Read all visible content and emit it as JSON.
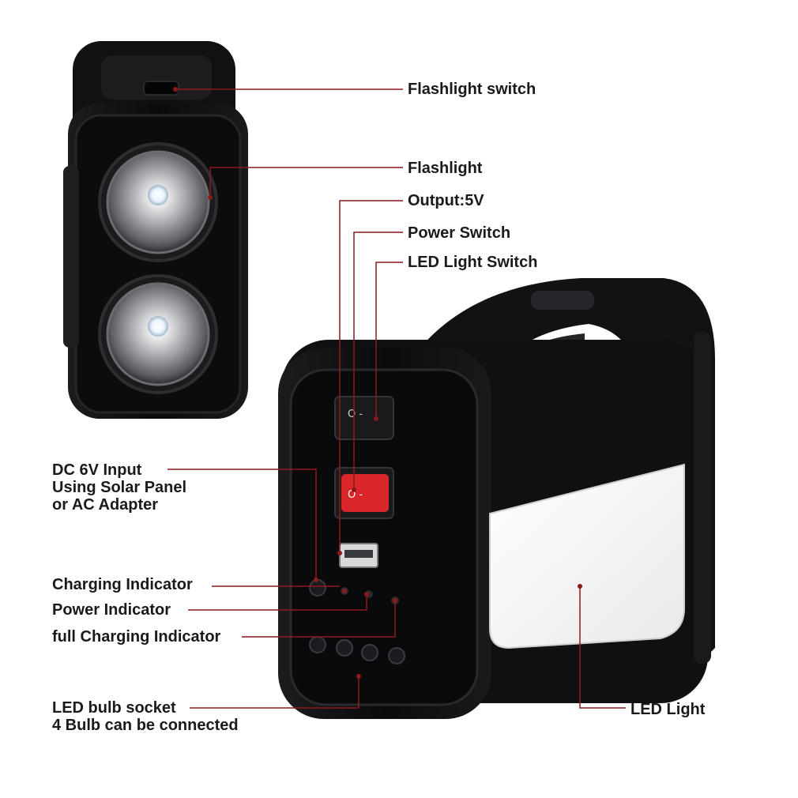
{
  "colors": {
    "background": "#ffffff",
    "device_body": "#0e0e10",
    "leader_line": "#8c1a1a",
    "power_switch": "#d8262a",
    "led_panel": "#f4f4f4"
  },
  "labels": {
    "flashlight_switch": "Flashlight switch",
    "flashlight": "Flashlight",
    "output": "Output:5V",
    "power_switch": "Power Switch",
    "led_light_switch": "LED Light Switch",
    "dc_input_1": "DC 6V Input",
    "dc_input_2": "Using Solar Panel",
    "dc_input_3": "or AC Adapter",
    "charging_indicator": "Charging Indicator",
    "power_indicator": "Power Indicator",
    "full_charging_indicator": "full Charging Indicator",
    "bulb_socket_1": "LED bulb socket",
    "bulb_socket_2": "4 Bulb can be connected",
    "led_light": "LED Light"
  },
  "icons": {
    "device_side": "flashlight-device-icon",
    "device_front": "solar-lantern-device-icon"
  }
}
